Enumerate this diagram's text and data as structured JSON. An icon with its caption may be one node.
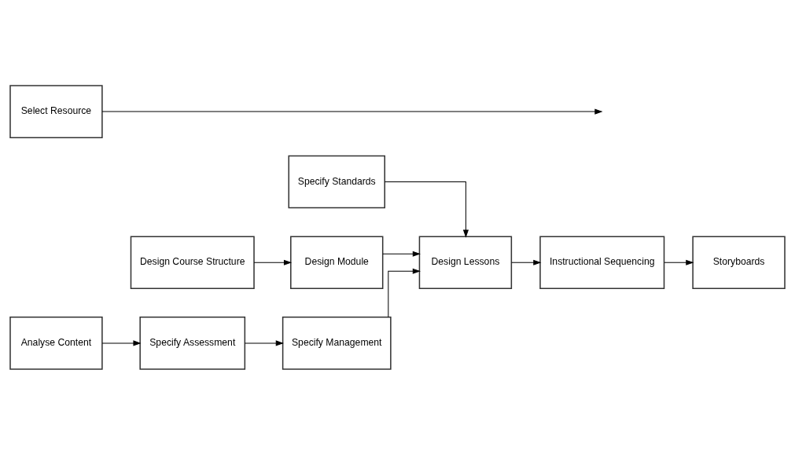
{
  "diagram": {
    "nodes": [
      {
        "text": [
          "Specify Standards"
        ]
      },
      {
        "text": [
          "Design Course Structure"
        ]
      },
      {
        "text": [
          "Design Module"
        ]
      },
      {
        "text": [
          "Design Lessons"
        ]
      },
      {
        "text": [
          "Instructional Sequencing"
        ]
      },
      {
        "text": [
          "Storyboards"
        ]
      },
      {
        "text": [
          "Analyse Content"
        ]
      },
      {
        "text": [
          "Specify Assessment"
        ]
      },
      {
        "text": [
          "Specify Management"
        ]
      },
      {
        "text": [
          "Select Resource"
        ]
      }
    ],
    "edges": [
      {
        "from": 1,
        "to": 2,
        "arrow": "to"
      },
      {
        "from": 2,
        "to": 3,
        "arrow": "to"
      },
      {
        "from": 0,
        "to": 3,
        "arrow": "to"
      },
      {
        "from": 8,
        "to": 3,
        "arrow": "to"
      },
      {
        "from": 3,
        "to": 4,
        "arrow": "to"
      },
      {
        "from": 4,
        "to": 5,
        "arrow": "to"
      },
      {
        "from": 6,
        "to": 7,
        "arrow": "to"
      },
      {
        "from": 7,
        "to": 8,
        "arrow": "to"
      },
      {
        "from": 9,
        "to": null,
        "arrow": "to"
      }
    ]
  }
}
